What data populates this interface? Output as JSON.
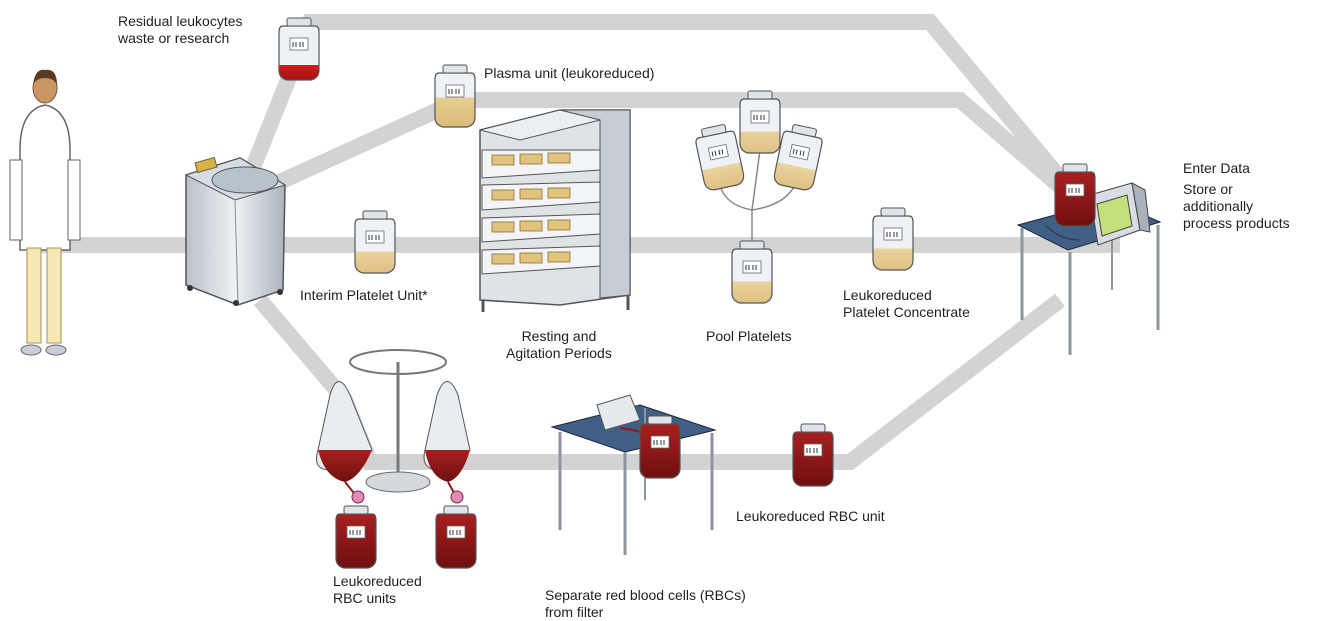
{
  "colors": {
    "path": "#d3d3d3",
    "blood": "#8e1717",
    "plasma": "#e8cf96",
    "table_top": "#3f5f86",
    "metal": "#9aa3ad",
    "skin": "#c89563"
  },
  "labels": {
    "residual": [
      "Residual leukocytes",
      "waste or research"
    ],
    "plasma": [
      "Plasma unit (leukoreduced)"
    ],
    "interim": [
      "Interim Platelet Unit*"
    ],
    "resting": [
      "Resting and",
      "Agitation Periods"
    ],
    "pool": [
      "Pool Platelets"
    ],
    "leuko_platelet": [
      "Leukoreduced",
      "Platelet Concentrate"
    ],
    "enter": [
      "Enter Data",
      "Store or",
      "additionally",
      "process products"
    ],
    "leuko_rbc_units": [
      "Leukoreduced",
      "RBC units"
    ],
    "separate": [
      "Separate red blood cells (RBCs)",
      "from filter"
    ],
    "leuko_rbc_unit": [
      "Leukoreduced RBC unit"
    ]
  },
  "icons": [
    "technician-icon",
    "centrifuge-icon",
    "blood-bag-icon",
    "agitator-rack-icon",
    "iv-stand-icon",
    "filter-table-icon",
    "workstation-icon"
  ]
}
